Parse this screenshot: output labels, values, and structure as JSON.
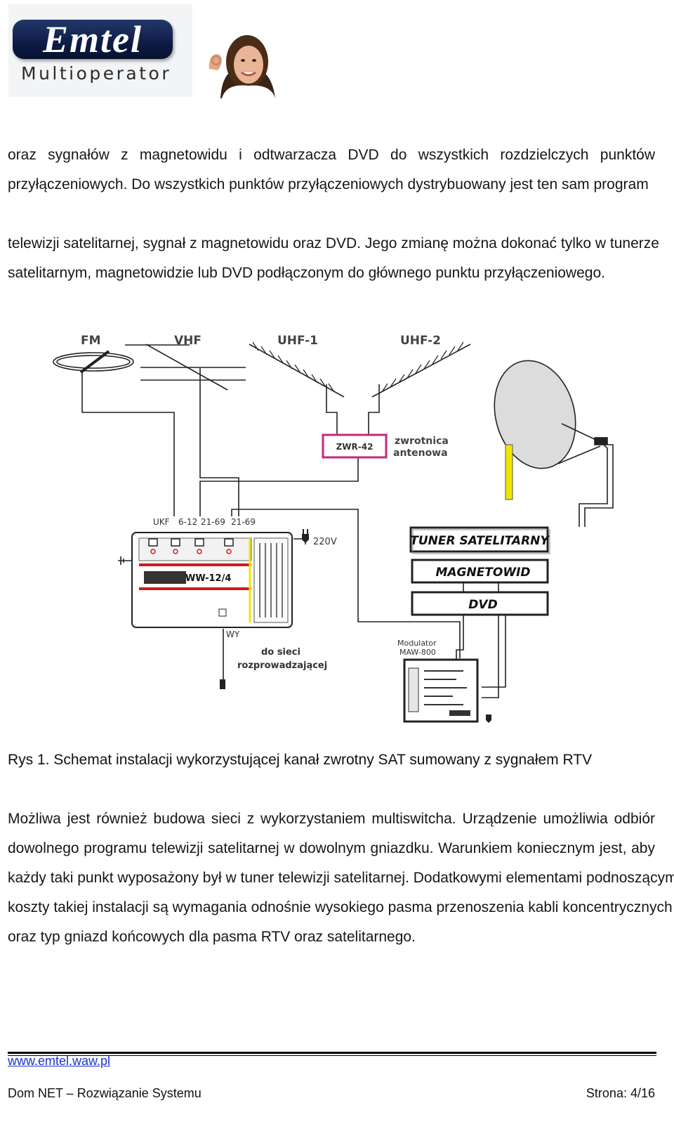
{
  "header": {
    "logo_brand": "Emtel",
    "logo_sub": "Multioperator"
  },
  "body": {
    "para1": [
      "oraz sygnałów z magnetowidu i odtwarzacza DVD do wszystkich rozdzielczych punktów",
      "przyłączeniowych. Do wszystkich punktów przyłączeniowych dystrybuowany jest ten sam program"
    ],
    "para2": [
      "telewizji satelitarnej, sygnał z magnetowidu oraz DVD. Jego zmianę można dokonać tylko w tunerze",
      "satelitarnym, magnetowidzie lub DVD podłączonym do głównego punktu przyłączeniowego."
    ],
    "para3": [
      "Możliwa jest również budowa sieci z wykorzystaniem multiswitcha. Urządzenie umożliwia odbiór",
      "dowolnego programu telewizji satelitarnej w dowolnym gniazdku. Warunkiem koniecznym jest, aby",
      "każdy taki punkt wyposażony był w tuner telewizji satelitarnej. Dodatkowymi elementami podnoszącymi",
      "koszty takiej instalacji są wymagania odnośnie wysokiego pasma przenoszenia kabli koncentrycznych",
      "oraz typ gniazd końcowych dla pasma RTV oraz satelitarnego."
    ]
  },
  "figure": {
    "caption": "Rys 1. Schemat instalacji wykorzystującej kanał zwrotny SAT sumowany z sygnałem RTV",
    "antenna_labels": [
      "FM",
      "VHF",
      "UHF-1",
      "UHF-2"
    ],
    "combiner_label": "ZWR-42",
    "combiner_desc": [
      "zwrotnica",
      "antenowa"
    ],
    "amp_inputs": [
      "UKF",
      "6-12",
      "21-69",
      "21-69"
    ],
    "amp_label": "WW-12/4",
    "power_label": "220V",
    "output_label": "WY",
    "network_label": [
      "do sieci",
      "rozprowadzającej"
    ],
    "devices": [
      "TUNER SATELITARNY",
      "MAGNETOWID",
      "DVD"
    ],
    "modulator_label": [
      "Modulator",
      "MAW-800"
    ],
    "colors": {
      "combiner_border": "#c4287a",
      "lnb_arm": "#f2e600",
      "amp_stripe": "#d11a1a"
    }
  },
  "footer": {
    "link": "www.emtel.waw.pl",
    "left": "Dom NET – Rozwiązanie Systemu",
    "right": "Strona: 4/16"
  }
}
